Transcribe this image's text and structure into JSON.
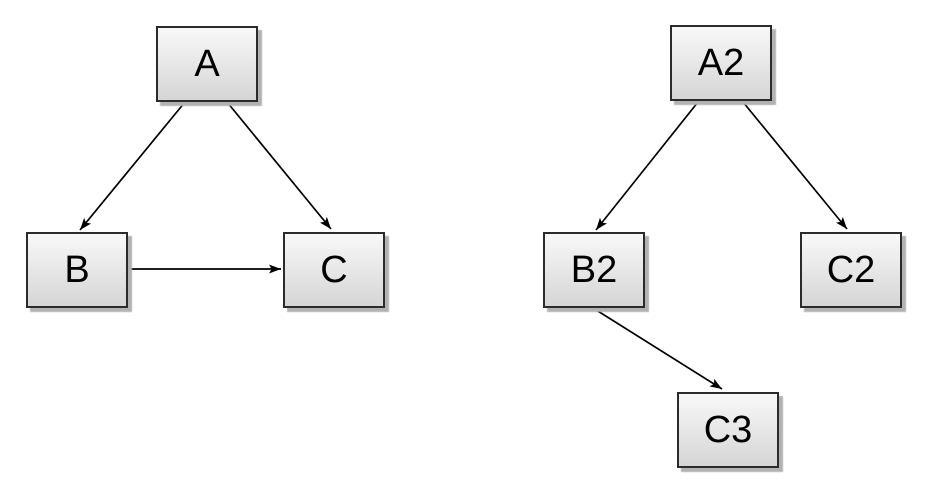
{
  "diagram": {
    "type": "node-link-graph",
    "background": "#ffffff",
    "graphs": [
      {
        "name": "left-graph",
        "nodes": [
          {
            "id": "A",
            "label": "A"
          },
          {
            "id": "B",
            "label": "B"
          },
          {
            "id": "C",
            "label": "C"
          }
        ],
        "edges": [
          {
            "from": "A",
            "to": "B",
            "directed": true
          },
          {
            "from": "A",
            "to": "C",
            "directed": true
          },
          {
            "from": "B",
            "to": "C",
            "directed": true
          }
        ]
      },
      {
        "name": "right-graph",
        "nodes": [
          {
            "id": "A2",
            "label": "A2"
          },
          {
            "id": "B2",
            "label": "B2"
          },
          {
            "id": "C2",
            "label": "C2"
          },
          {
            "id": "C3",
            "label": "C3"
          }
        ],
        "edges": [
          {
            "from": "A2",
            "to": "B2",
            "directed": true
          },
          {
            "from": "A2",
            "to": "C2",
            "directed": true
          },
          {
            "from": "B2",
            "to": "C3",
            "directed": true
          }
        ]
      }
    ],
    "style": {
      "node_fill_top": "#f8f8f8",
      "node_fill_bottom": "#d5d5d5",
      "node_border_color": "#2b2b2b",
      "node_text_color": "#000000",
      "edge_color": "#000000",
      "shadow_color": "#b2b2b2"
    }
  }
}
